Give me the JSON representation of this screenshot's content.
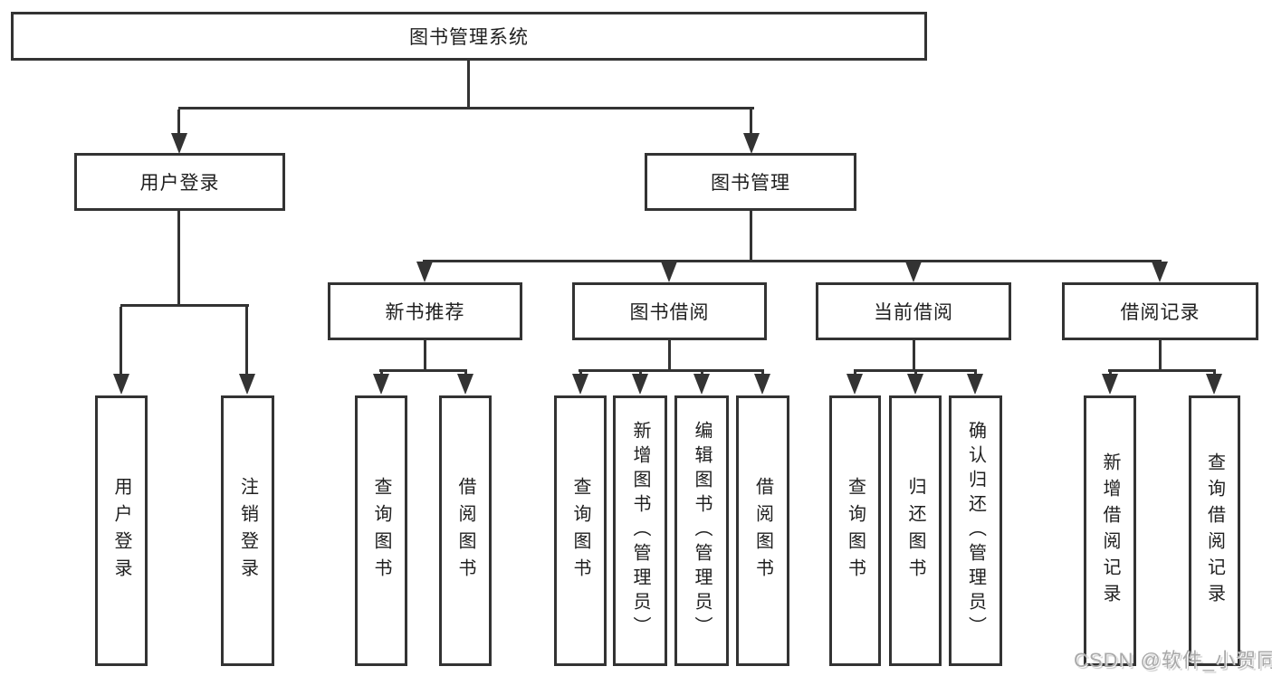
{
  "diagram_type": "functional-structure-tree",
  "colors": {
    "line": "#333333",
    "box_border": "#333333",
    "text": "#202020",
    "background": "#ffffff",
    "watermark": "#a9a9a9"
  },
  "tree": {
    "label": "图书管理系统",
    "children": [
      {
        "label": "用户登录",
        "children": [
          {
            "label": "用户登录"
          },
          {
            "label": "注销登录"
          }
        ]
      },
      {
        "label": "图书管理",
        "children": [
          {
            "label": "新书推荐",
            "children": [
              {
                "label": "查询图书"
              },
              {
                "label": "借阅图书"
              }
            ]
          },
          {
            "label": "图书借阅",
            "children": [
              {
                "label": "查询图书"
              },
              {
                "label": "新增图书（管理员）"
              },
              {
                "label": "编辑图书（管理员）"
              },
              {
                "label": "借阅图书"
              }
            ]
          },
          {
            "label": "当前借阅",
            "children": [
              {
                "label": "查询图书"
              },
              {
                "label": "归还图书"
              },
              {
                "label": "确认归还（管理员）"
              }
            ]
          },
          {
            "label": "借阅记录",
            "children": [
              {
                "label": "新增借阅记录"
              },
              {
                "label": "查询借阅记录"
              }
            ]
          }
        ]
      }
    ]
  },
  "watermark": {
    "text": "CSDN @软件_小贺同学"
  }
}
